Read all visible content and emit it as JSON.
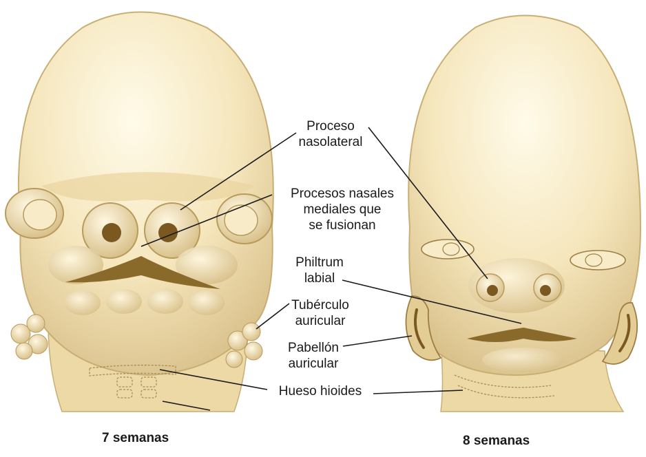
{
  "figure": {
    "labels": {
      "proceso_nasolateral": [
        "Proceso",
        "nasolateral"
      ],
      "procesos_nasales": [
        "Procesos nasales",
        "mediales que",
        "se fusionan"
      ],
      "philtrum": [
        "Philtrum",
        "labial"
      ],
      "tuberculo": [
        "Tubérculo",
        "auricular"
      ],
      "pabellon": [
        "Pabellón",
        "auricular"
      ],
      "hueso_hioides": "Hueso hioides"
    },
    "captions": {
      "left": "7 semanas",
      "right": "8 semanas"
    }
  },
  "colors": {
    "skin": "#f2e2b4",
    "skin_light": "#fbf4dc",
    "shade": "#cdb47a",
    "dark": "#8a6a2a",
    "line": "#1a1a1a"
  }
}
